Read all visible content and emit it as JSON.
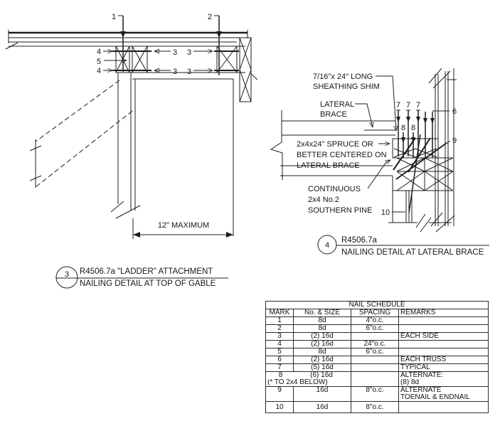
{
  "page": {
    "background": "#ffffff",
    "ink": "#1e1e1e"
  },
  "left_detail": {
    "callouts": {
      "c1": "1",
      "c2": "2",
      "c3": "3",
      "c4": "4",
      "c5": "5"
    },
    "dimension_label": "12\" MAXIMUM",
    "caption": {
      "bubble_number": "3",
      "title": "R4506.7a \"LADDER\" ATTACHMENT",
      "subtitle": "NAILING DETAIL AT TOP OF GABLE"
    }
  },
  "right_detail": {
    "annotations": {
      "shim_line1": "7/16\"x 24\" LONG",
      "shim_line2": "SHEATHING SHIM",
      "brace_line1": "LATERAL",
      "brace_line2": "BRACE",
      "spruce_line1": "2x4x24\" SPRUCE OR",
      "spruce_line2": "BETTER CENTERED ON",
      "spruce_line3": "LATERAL BRACE",
      "cont_line1": "CONTINUOUS",
      "cont_line2": "2x4 No.2",
      "cont_line3": "SOUTHERN PINE"
    },
    "callouts": {
      "c6": "6",
      "c7": "7",
      "c8": "8",
      "c9": "9",
      "c10": "10"
    },
    "caption": {
      "bubble_number": "4",
      "title": "R4506.7a",
      "subtitle": "NAILING DETAIL AT LATERAL BRACE"
    }
  },
  "nail_schedule": {
    "title": "NAIL SCHEDULE",
    "headers": [
      "MARK",
      "No. & SIZE",
      "SPACING",
      "REMARKS"
    ],
    "rows": [
      {
        "mark": "1",
        "size": "8d",
        "spacing": "4\"o.c.",
        "remarks": ""
      },
      {
        "mark": "2",
        "size": "8d",
        "spacing": "6\"o.c.",
        "remarks": ""
      },
      {
        "mark": "3",
        "size": "(2) 16d",
        "spacing": "",
        "remarks": "EACH SIDE"
      },
      {
        "mark": "4",
        "size": "(2) 16d",
        "spacing": "24\"o.c.",
        "remarks": ""
      },
      {
        "mark": "5",
        "size": "8d",
        "spacing": "6\"o.c.",
        "remarks": ""
      },
      {
        "mark": "6",
        "size": "(2) 16d",
        "spacing": "",
        "remarks": "EACH TRUSS"
      },
      {
        "mark": "7",
        "size": "(5) 16d",
        "spacing": "",
        "remarks": "TYPICAL"
      },
      {
        "mark": "8",
        "size": "(6) 16d",
        "note": "(* TO 2x4 BELOW)",
        "spacing": "",
        "remarks": "ALTERNATE:",
        "remarks2": "(8) 8d"
      },
      {
        "mark": "9",
        "size": "16d",
        "spacing": "8\"o.c.",
        "remarks": "ALTERNATE",
        "remarks2": "TOENAIL & ENDNAIL"
      },
      {
        "mark": "10",
        "size": "16d",
        "spacing": "8\"o.c.",
        "remarks": ""
      }
    ]
  }
}
